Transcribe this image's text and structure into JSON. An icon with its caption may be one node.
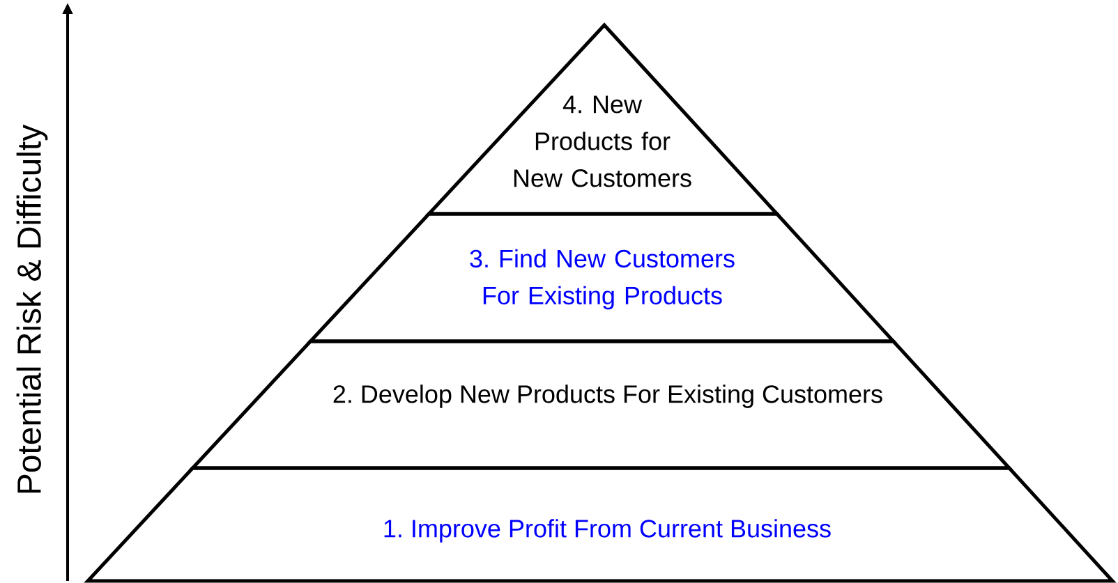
{
  "diagram": {
    "nodes": [
      {
        "text": [
          "4. New Products for New Customers"
        ]
      },
      {
        "text": [
          "3. Find New Customers For Existing Products"
        ]
      },
      {
        "text": [
          "2. Develop New Products For Existing Customers"
        ]
      },
      {
        "text": [
          "1. Improve Profit From Current Business"
        ]
      }
    ],
    "labels": [
      "Potential Risk & Difficulty"
    ]
  }
}
